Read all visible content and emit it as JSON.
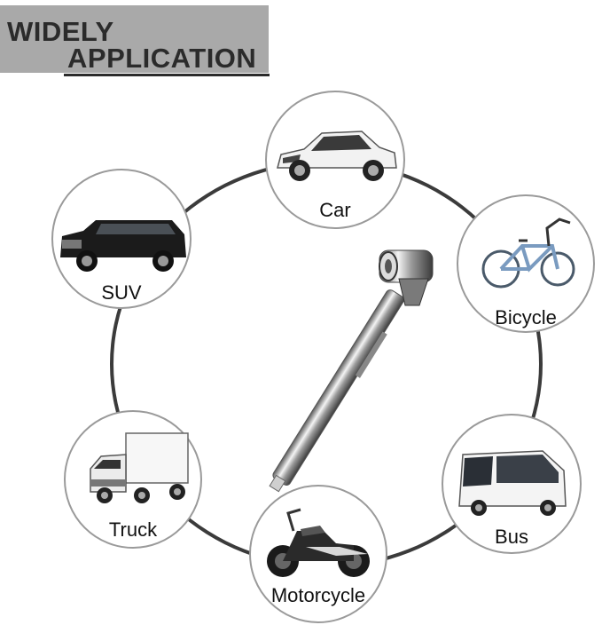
{
  "banner": {
    "line1": "WIDELY",
    "line2": "APPLICATION"
  },
  "colors": {
    "banner_bg": "#a9a9a9",
    "ring": "#3b3b3b",
    "bubble_border": "#9a9a9a"
  },
  "vehicles": [
    {
      "label": "Car",
      "icon": "car-icon"
    },
    {
      "label": "SUV",
      "icon": "suv-icon"
    },
    {
      "label": "Bicycle",
      "icon": "bicycle-icon"
    },
    {
      "label": "Truck",
      "icon": "truck-icon"
    },
    {
      "label": "Bus",
      "icon": "bus-icon"
    },
    {
      "label": "Motorcycle",
      "icon": "motorcycle-icon"
    }
  ],
  "center_icon": "tire-pressure-gauge-icon"
}
